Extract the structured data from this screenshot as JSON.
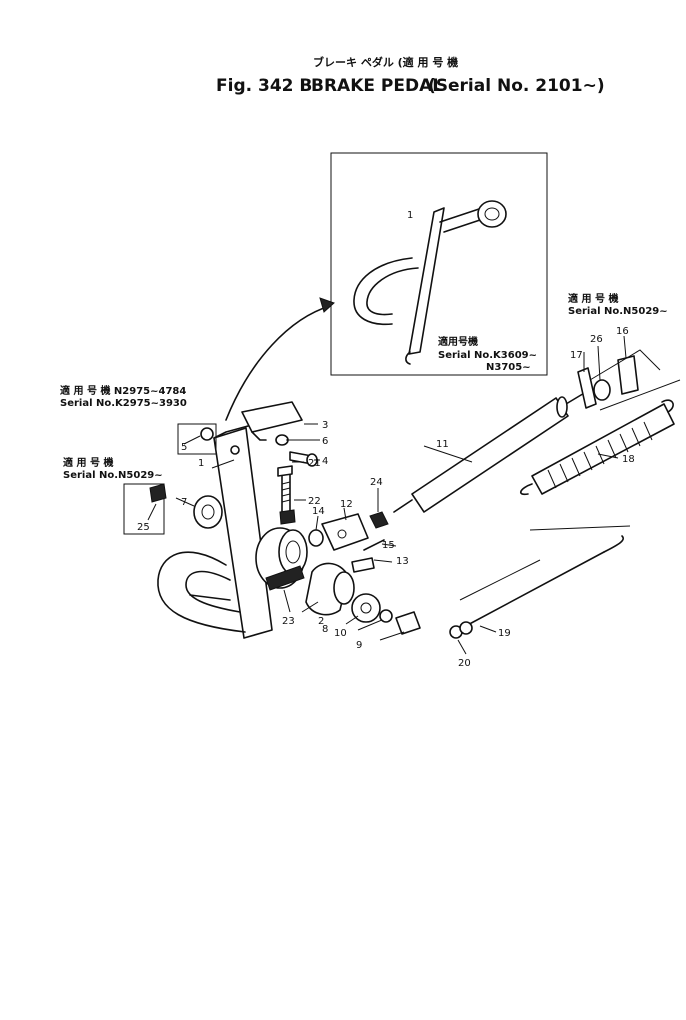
{
  "title": {
    "jp_line": "ブレーキ ペダル (適 用 号 機",
    "fig": "Fig. 342 B",
    "name": "BRAKE PEDAL",
    "serial": "(Serial No. 2101~)"
  },
  "notes": {
    "top_left_jp": "適 用 号 機  N2975~4784",
    "top_left_serial": "Serial  No.K2975~3930",
    "mid_left_jp": "適 用 号 機",
    "mid_left_serial": "Serial  No.N5029~",
    "right_jp": "適 用 号 機",
    "right_serial": "Serial  No.N5029~",
    "inset_jp": "適用号機",
    "inset_serial1": "Serial No.K3609~",
    "inset_serial2": "N3705~"
  },
  "callouts": {
    "inset_1": "1",
    "c1": "1",
    "c2": "2",
    "c3": "3",
    "c4": "4",
    "c5": "5",
    "c6": "6",
    "c7": "7",
    "c8": "8",
    "c9": "9",
    "c10": "10",
    "c11": "11",
    "c12": "12",
    "c13": "13",
    "c14": "14",
    "c15": "15",
    "c16": "16",
    "c17": "17",
    "c18": "18",
    "c19": "19",
    "c20": "20",
    "c21": "21",
    "c22": "22",
    "c23": "23",
    "c24": "24",
    "c25": "25",
    "c26": "26"
  }
}
